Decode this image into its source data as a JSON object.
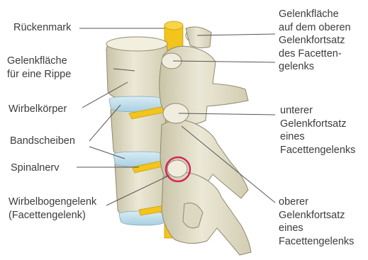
{
  "labels": {
    "rueckenmark": "Rückenmark",
    "gelenkflaeche_rippe": "Gelenkfläche\nfür eine Rippe",
    "wirbelkoerper": "Wirbelkörper",
    "bandscheiben": "Bandscheiben",
    "spinalnerv": "Spinalnerv",
    "wirbelbogengelenk": "Wirbelbogengelenk\n(Facettengelenk)",
    "gelenkflaeche_oben": "Gelenkfläche\nauf dem oberen\nGelenkfortsatz\ndes Facetten-\ngelenks",
    "unterer_fortsatz": "unterer\nGelenkfortsatz\neines\nFacettengelenks",
    "oberer_fortsatz": "oberer\nGelenkfortsatz\neines\nFacettengelenks"
  },
  "colors": {
    "bone": "#e6e3cf",
    "bone_shade": "#c9c4a8",
    "bone_outline": "#8f8a72",
    "disc": "#bcdcea",
    "nerve": "#f2c41c",
    "highlight_ring": "#d6245a",
    "leader": "#555555",
    "text": "#3c3c3c"
  }
}
